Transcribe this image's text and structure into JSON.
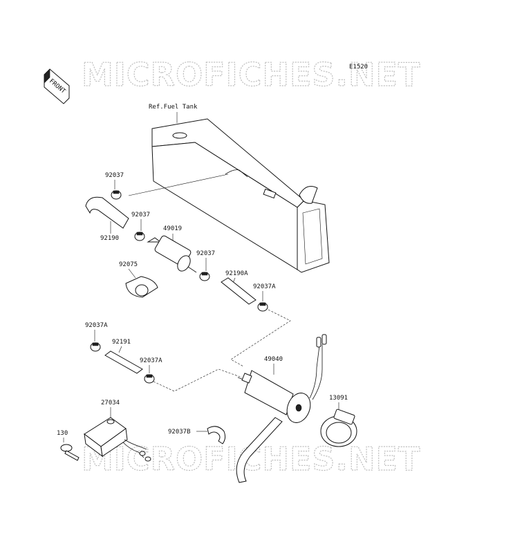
{
  "diagram": {
    "code": "E1520",
    "watermark": "MICROFICHES.NET",
    "front_label": "FRONT",
    "ref_label": "Ref.Fuel Tank",
    "parts": {
      "p92037_top": "92037",
      "p92190": "92190",
      "p92037_mid": "92037",
      "p49019": "49019",
      "p92037_right": "92037",
      "p92075": "92075",
      "p92190a": "92190A",
      "p92037a_right": "92037A",
      "p92037a_left": "92037A",
      "p92191": "92191",
      "p92037a_mid": "92037A",
      "p49040": "49040",
      "p13091": "13091",
      "p27034": "27034",
      "p130": "130",
      "p92037b": "92037B"
    }
  }
}
